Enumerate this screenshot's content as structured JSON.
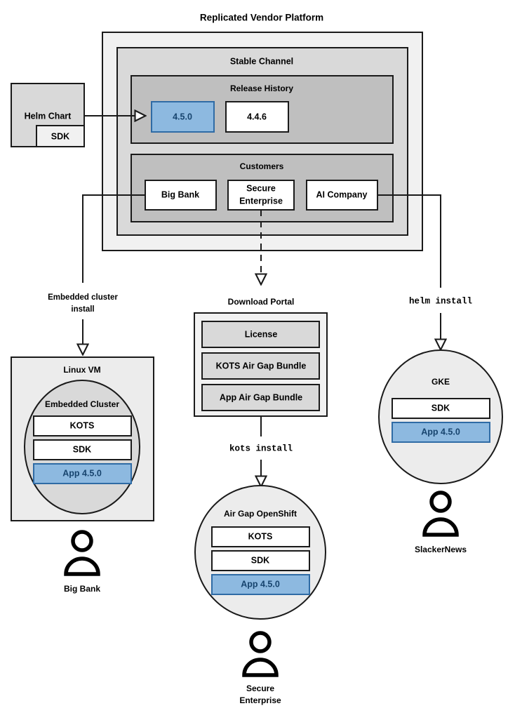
{
  "diagram": {
    "title": "Replicated Vendor Platform",
    "platform": {
      "channel_label": "Stable Channel",
      "release_history": {
        "label": "Release History",
        "releases": [
          {
            "version": "4.5.0",
            "highlighted": true
          },
          {
            "version": "4.4.6",
            "highlighted": false
          }
        ]
      },
      "customers": {
        "label": "Customers",
        "items": [
          {
            "name": "Big Bank"
          },
          {
            "name": "Secure\nEnterprise",
            "line1": "Secure",
            "line2": "Enterprise"
          },
          {
            "name": "AI Company"
          }
        ]
      }
    },
    "helm_chart": {
      "label": "Helm Chart",
      "sdk_label": "SDK"
    },
    "edges": [
      {
        "id": "helm-to-release",
        "label": "",
        "style": "solid"
      },
      {
        "id": "bigbank-to-linuxvm",
        "label": "Embedded cluster install",
        "label_line1": "Embedded cluster",
        "label_line2": "install",
        "style": "solid"
      },
      {
        "id": "secure-to-portal",
        "label": "",
        "style": "dashed"
      },
      {
        "id": "portal-to-openshift",
        "label": "kots install",
        "style": "solid",
        "mono": true
      },
      {
        "id": "aicompany-to-gke",
        "label": "helm install",
        "style": "solid",
        "mono": true
      }
    ],
    "download_portal": {
      "label": "Download Portal",
      "items": [
        "License",
        "KOTS Air Gap Bundle",
        "App Air Gap Bundle"
      ]
    },
    "targets": [
      {
        "id": "linux-vm",
        "label": "Linux VM",
        "shape": "box",
        "inner_label": "Embedded Cluster",
        "components": [
          {
            "label": "KOTS",
            "highlighted": false
          },
          {
            "label": "SDK",
            "highlighted": false
          },
          {
            "label": "App 4.5.0",
            "highlighted": true
          }
        ],
        "user": "Big Bank"
      },
      {
        "id": "air-gap-openshift",
        "label": "Air Gap OpenShift",
        "shape": "circle",
        "components": [
          {
            "label": "KOTS",
            "highlighted": false
          },
          {
            "label": "SDK",
            "highlighted": false
          },
          {
            "label": "App 4.5.0",
            "highlighted": true
          }
        ],
        "user": "Secure Enterprise",
        "user_line1": "Secure",
        "user_line2": "Enterprise"
      },
      {
        "id": "gke",
        "label": "GKE",
        "shape": "circle",
        "components": [
          {
            "label": "SDK",
            "highlighted": false
          },
          {
            "label": "App 4.5.0",
            "highlighted": true
          }
        ],
        "user": "SlackerNews"
      }
    ],
    "colors": {
      "highlight_fill": "#8db9e0",
      "highlight_stroke": "#2f6ba5",
      "highlight_text": "#17446e",
      "level1_fill": "#f1f1f1",
      "level2_fill": "#d9d9d9",
      "level3_fill": "#bfbfbf",
      "neutral_fill": "#ececec",
      "stroke": "#1a1a1a"
    }
  }
}
